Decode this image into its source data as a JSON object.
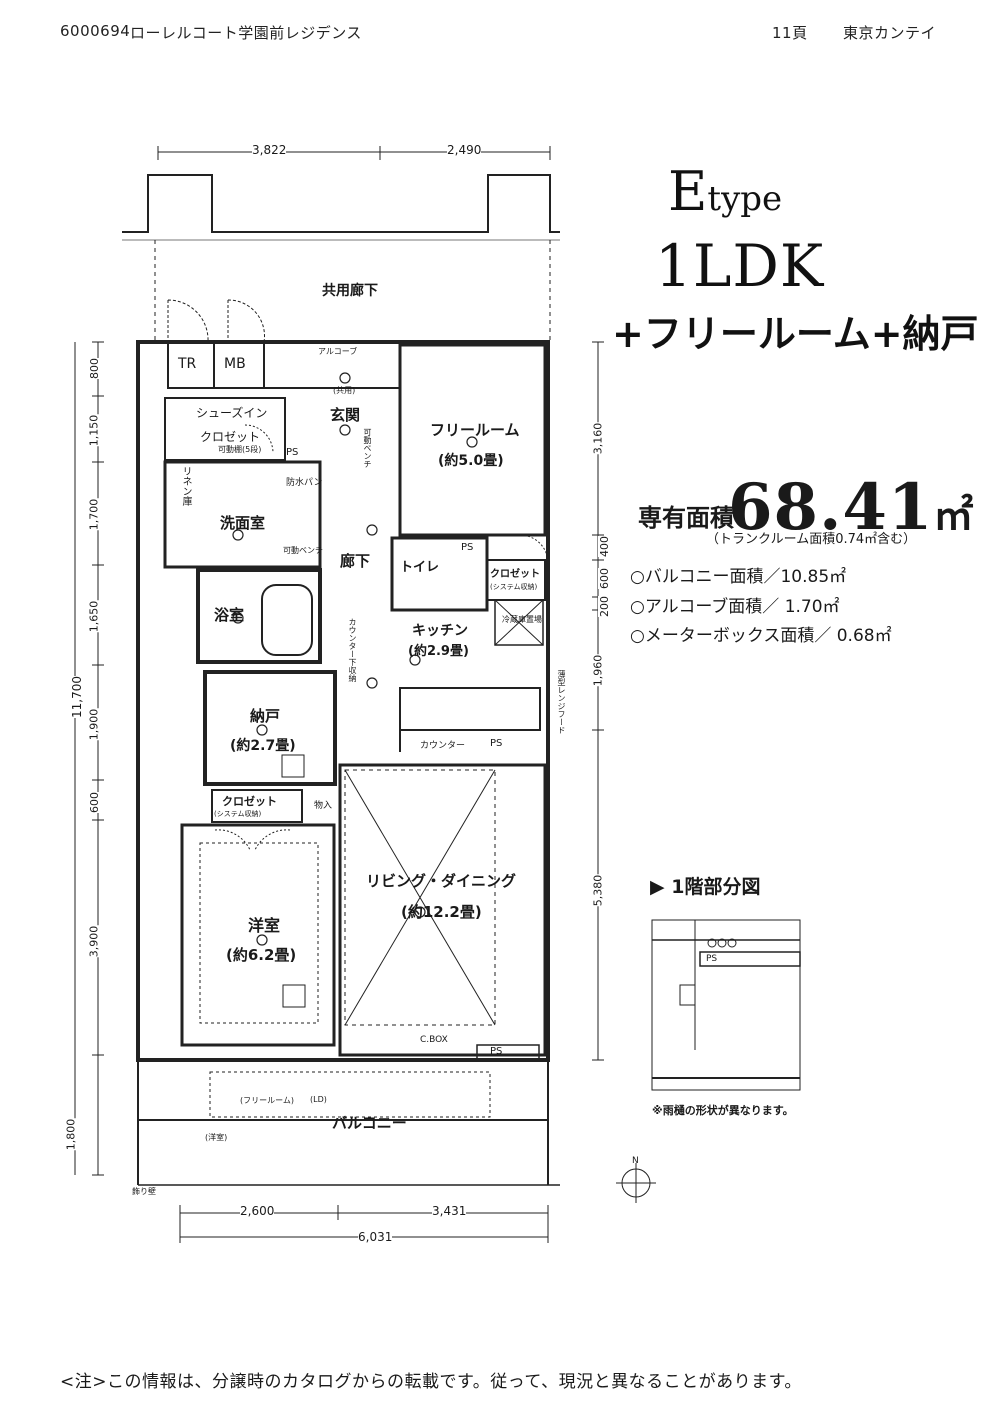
{
  "header": {
    "property_code": "6000694",
    "property_name": "ローレルコート学園前レジデンス",
    "page": "11頁",
    "company": "東京カンテイ"
  },
  "title": {
    "type_letter": "E",
    "type_word": "type",
    "layout": "1LDK",
    "extras": "+フリールーム+納戸"
  },
  "area": {
    "label": "専有面積",
    "value": "68.41",
    "unit": "㎡",
    "note": "（トランクルーム面積0.74㎡含む）",
    "balcony": "○バルコニー面積／10.85㎡",
    "alcove": "○アルコーブ面積／ 1.70㎡",
    "meter_box": "○メーターボックス面積／ 0.68㎡"
  },
  "rooms": {
    "common_corridor": "共用廊下",
    "tr": "TR",
    "mb": "MB",
    "alcove": "アルコーブ",
    "alcove_sub": "(共用)",
    "genkan": "玄関",
    "shoes_closet_1": "シューズイン",
    "shoes_closet_2": "クロゼット",
    "movable_shelf": "可動棚(5段)",
    "movable_bench": "可動ベンチ",
    "free_room": "フリールーム",
    "free_room_size": "(約5.0畳)",
    "linen": "リネン庫",
    "waterproof_pan": "防水パン",
    "washroom": "洗面室",
    "corridor": "廊下",
    "toilet": "トイレ",
    "closet": "クロゼット",
    "system_storage": "(システム収納)",
    "bath": "浴室",
    "counter_storage": "カウンター下収納",
    "kitchen": "キッチン",
    "kitchen_size": "(約2.9畳)",
    "fridge": "冷蔵庫置場",
    "range_hood": "薄型レンジフード",
    "counter": "カウンター",
    "nando": "納戸",
    "nando_size": "(約2.7畳)",
    "closet2": "クロゼット",
    "system_storage2": "(システム収納)",
    "storage": "物入",
    "living": "リビング・ダイニング",
    "living_size": "(約12.2畳)",
    "western": "洋室",
    "western_size": "(約6.2畳)",
    "cbox": "C.BOX",
    "ps": "PS",
    "balcony": "バルコニー",
    "balcony_free": "(フリールーム)",
    "balcony_ld": "(LD)",
    "balcony_western": "(洋室)",
    "decor_fence": "飾り壁",
    "north": "N"
  },
  "dimensions": {
    "top_left": "3,822",
    "top_right": "2,490",
    "bottom_left": "2,600",
    "bottom_right": "3,431",
    "bottom_total": "6,031",
    "left_total": "11,700",
    "left": [
      "800",
      "1,150",
      "1,700",
      "1,650",
      "1,900",
      "600",
      "3,900",
      "1,800"
    ],
    "right": [
      "3,160",
      "400",
      "600",
      "200",
      "1,960",
      "5,380"
    ]
  },
  "part_plan": {
    "title": "▶ 1階部分図",
    "ps": "PS",
    "note": "※雨樋の形状が異なります。"
  },
  "footer": {
    "note": "<注>この情報は、分譲時のカタログからの転載です。従って、現況と異なることがあります。"
  }
}
